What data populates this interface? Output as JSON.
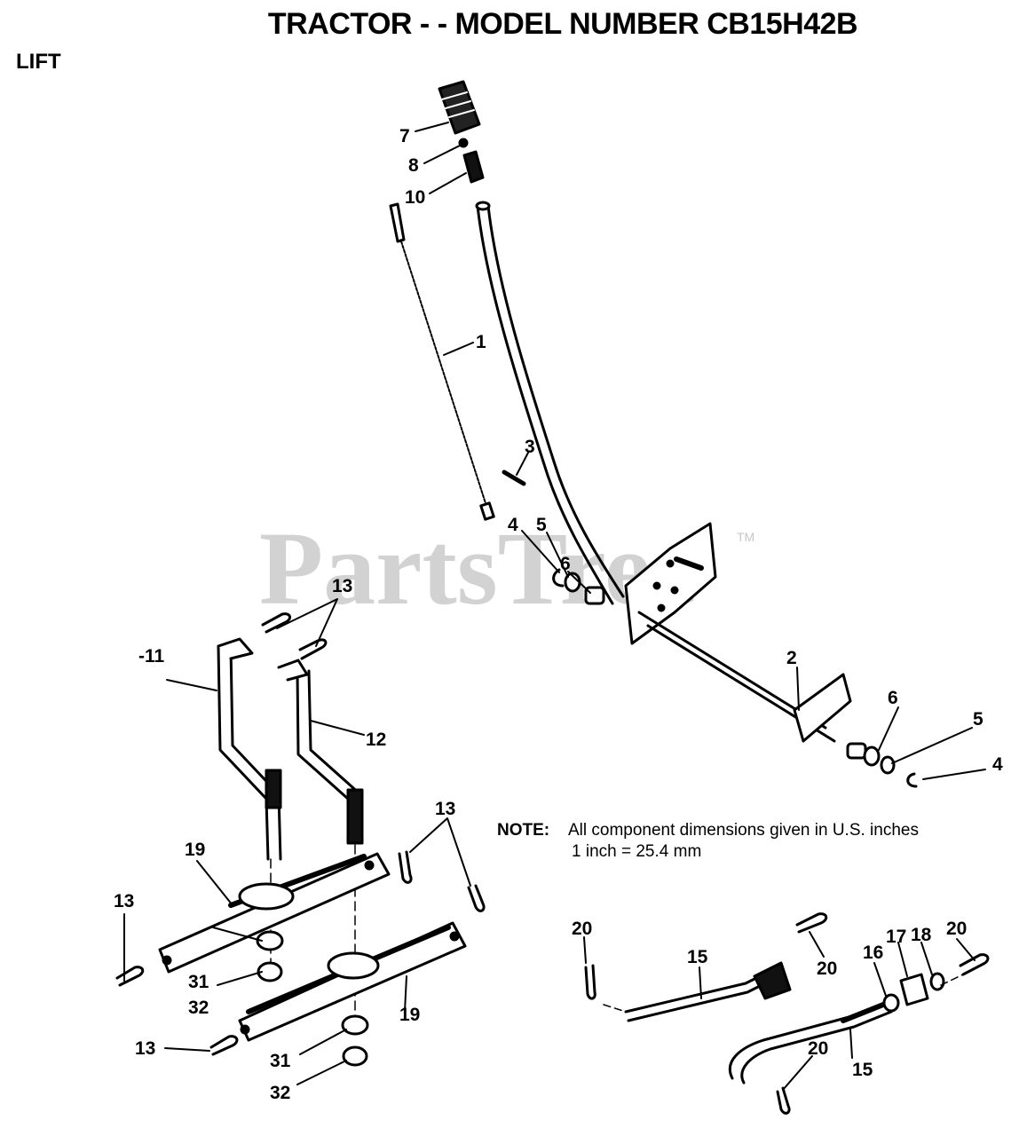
{
  "title": "TRACTOR - - MODEL NUMBER CB15H42B",
  "section": "LIFT",
  "note": {
    "label": "NOTE:",
    "line1": "All component dimensions given in U.S. inches",
    "line2": "1 inch = 25.4 mm"
  },
  "watermark": {
    "text": "PartsTree",
    "tm": "TM"
  },
  "callouts": {
    "c7": "7",
    "c8": "8",
    "c10": "10",
    "c1": "1",
    "c3": "3",
    "c4a": "4",
    "c5a": "5",
    "c6a": "6",
    "c13a": "13",
    "c11": "-11",
    "c12": "12",
    "c2": "2",
    "c6b": "6",
    "c5b": "5",
    "c4b": "4",
    "c13b": "13",
    "c19a": "19",
    "c13c": "13",
    "c31a": "31",
    "c32a": "32",
    "c19b": "19",
    "c13d": "13",
    "c31b": "31",
    "c32b": "32",
    "c20a": "20",
    "c15a": "15",
    "c20b": "20",
    "c16": "16",
    "c17": "17",
    "c18": "18",
    "c20c": "20",
    "c20d": "20",
    "c15b": "15"
  }
}
